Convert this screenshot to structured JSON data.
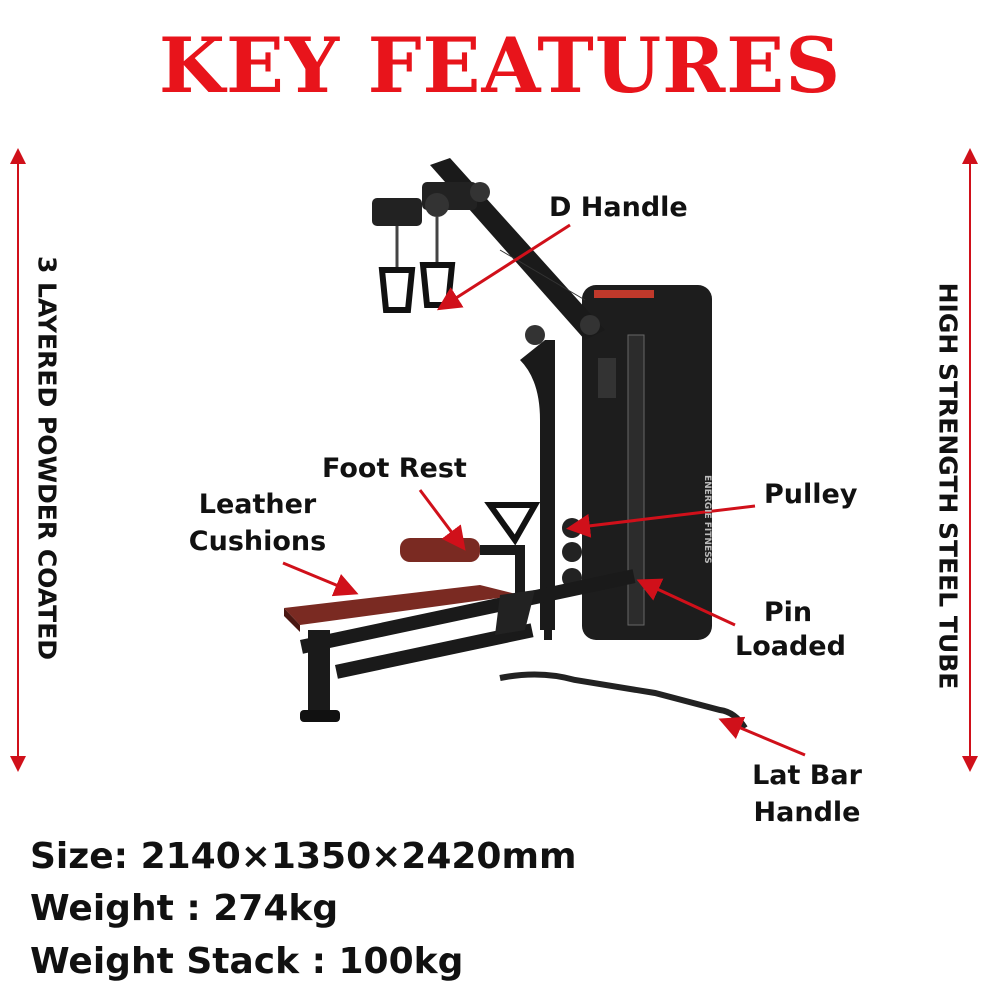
{
  "title": "KEY FEATURES",
  "side_features": {
    "left": "3 LAYERED POWDER COATED",
    "right": "HIGH STRENGTH STEEL TUBE"
  },
  "callouts": {
    "d_handle": "D Handle",
    "foot_rest": "Foot Rest",
    "leather_cushions_1": "Leather",
    "leather_cushions_2": "Cushions",
    "pulley": "Pulley",
    "pin_loaded_1": "Pin",
    "pin_loaded_2": "Loaded",
    "lat_bar_1": "Lat Bar",
    "lat_bar_2": "Handle"
  },
  "machine_brand": "ENERGIE FITNESS",
  "specs": {
    "size": "Size: 2140×1350×2420mm",
    "weight": "Weight : 274kg",
    "weight_stack": "Weight Stack : 100kg"
  },
  "colors": {
    "accent": "#e8141b",
    "frame": "#1a1a1a",
    "cushion": "#7a2a22"
  }
}
